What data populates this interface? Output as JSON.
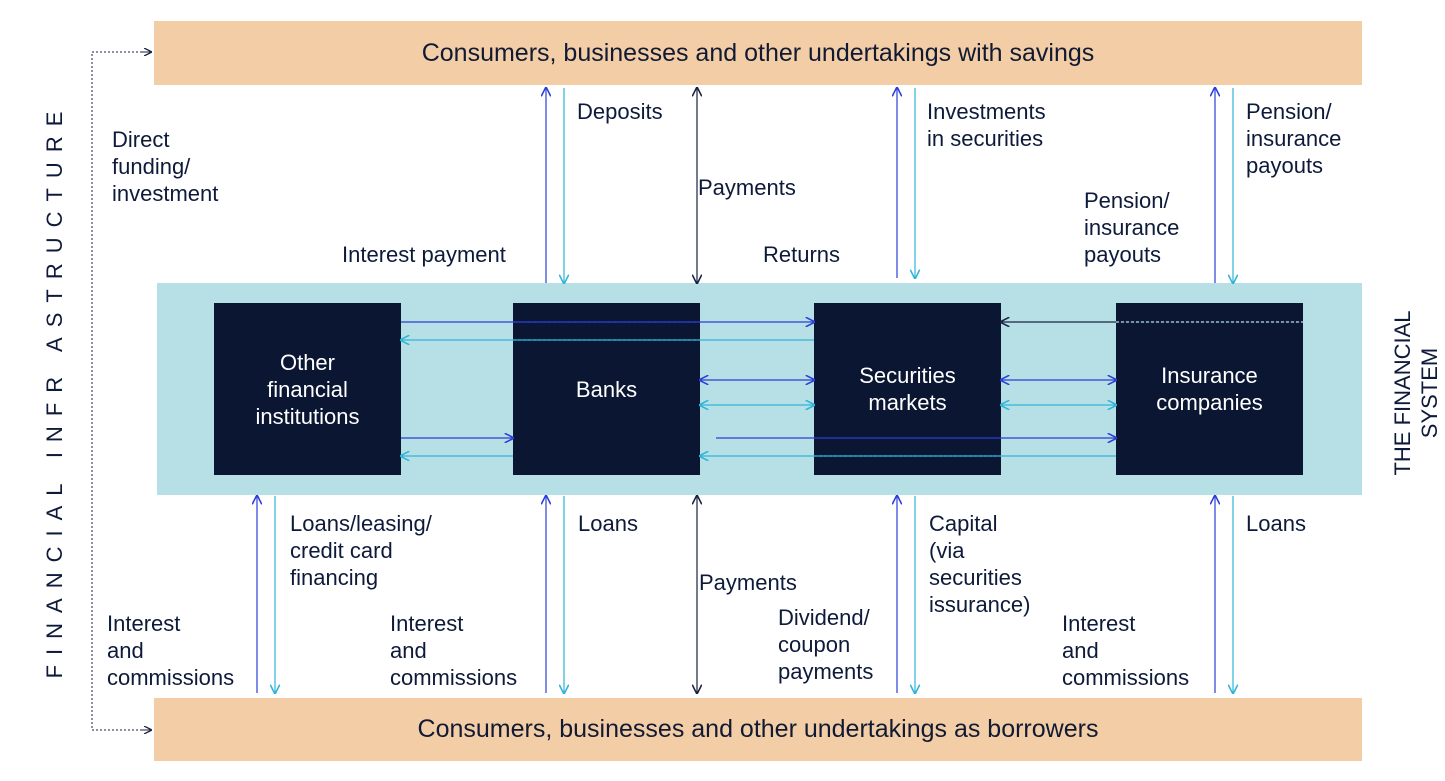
{
  "bands": {
    "top": "Consumers, businesses and other undertakings with savings",
    "bottom": "Consumers, businesses and other undertakings as borrowers"
  },
  "side_labels": {
    "left": "FINANCIAL INFR ASTRUCTURE",
    "right_line1": "THE FINANCIAL",
    "right_line2": "SYSTEM"
  },
  "institutions": {
    "other_financial": "Other\nfinancial\ninstitutions",
    "banks": "Banks",
    "securities": "Securities\nmarkets",
    "insurance": "Insurance\ncompanies"
  },
  "flows_top": {
    "direct_funding": "Direct\nfunding/\ninvestment",
    "interest_payment": "Interest payment",
    "deposits": "Deposits",
    "payments": "Payments",
    "returns": "Returns",
    "investments": "Investments\nin securities",
    "pension_payouts_left": "Pension/\ninsurance\npayouts",
    "pension_payouts_right": "Pension/\ninsurance\npayouts"
  },
  "flows_bottom": {
    "loans_leasing": "Loans/leasing/\ncredit card\nfinancing",
    "interest_comm_1": "Interest\nand\ncommissions",
    "interest_comm_2": "Interest\nand\ncommissions",
    "interest_comm_3": "Interest\nand\ncommissions",
    "loans_banks": "Loans",
    "payments": "Payments",
    "dividend": "Dividend/\ncoupon\npayments",
    "capital": "Capital\n(via\nsecurities\nissurance)",
    "loans_insurance": "Loans"
  },
  "colors": {
    "band": "#f3cda6",
    "system": "#b7e0e6",
    "box": "#0b1633",
    "arrow_blue": "#2a3fd6",
    "arrow_cyan": "#2fb4d8",
    "arrow_dark": "#1a2340"
  }
}
